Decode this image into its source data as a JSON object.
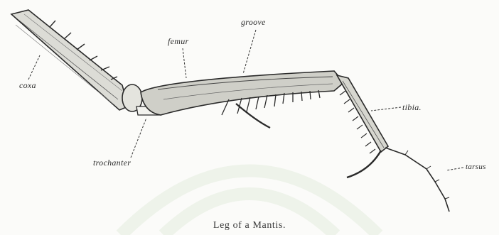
{
  "figure": {
    "labels": {
      "coxa": "coxa",
      "femur": "femur",
      "groove": "groove",
      "tibia": "tibia.",
      "trochanter": "trochanter",
      "tarsus": "tarsus"
    },
    "caption": "Leg of a Mantis."
  }
}
